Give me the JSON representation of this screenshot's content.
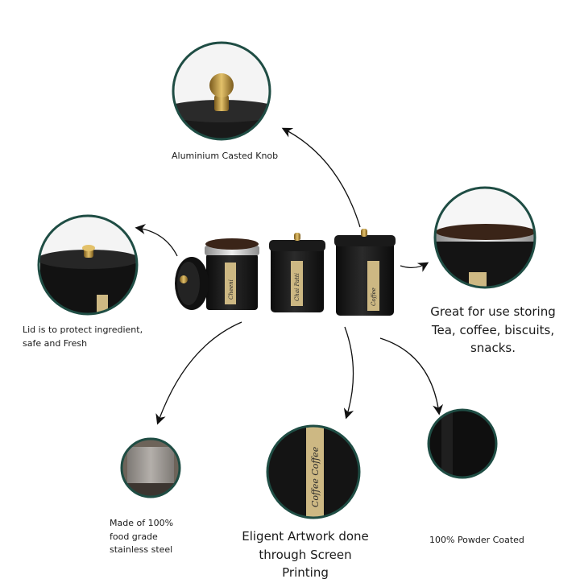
{
  "colors": {
    "ring": "#1f4d44",
    "canister": "#151515",
    "brass": "#c9a04a",
    "label_gold": "#cdb883",
    "steel": "#c6c6c6",
    "coffee": "#3a2418"
  },
  "captions": {
    "knob": "Aluminium Casted Knob",
    "lid_line1": "Lid is to protect ingredient,",
    "lid_line2": "safe and Fresh",
    "storing_line1": "Great for use storing",
    "storing_line2": "Tea, coffee, biscuits, snacks.",
    "steel_line1": "Made of 100%",
    "steel_line2": "food grade",
    "steel_line3": "stainless steel",
    "artwork_line1": "Eligent Artwork done",
    "artwork_line2": "through Screen Printing",
    "powder": "100% Powder Coated"
  },
  "canister_labels": {
    "small": "Cheeni",
    "medium": "Chai Patti",
    "large": "Coffee"
  },
  "zoom_label": "Coffee Coffee"
}
